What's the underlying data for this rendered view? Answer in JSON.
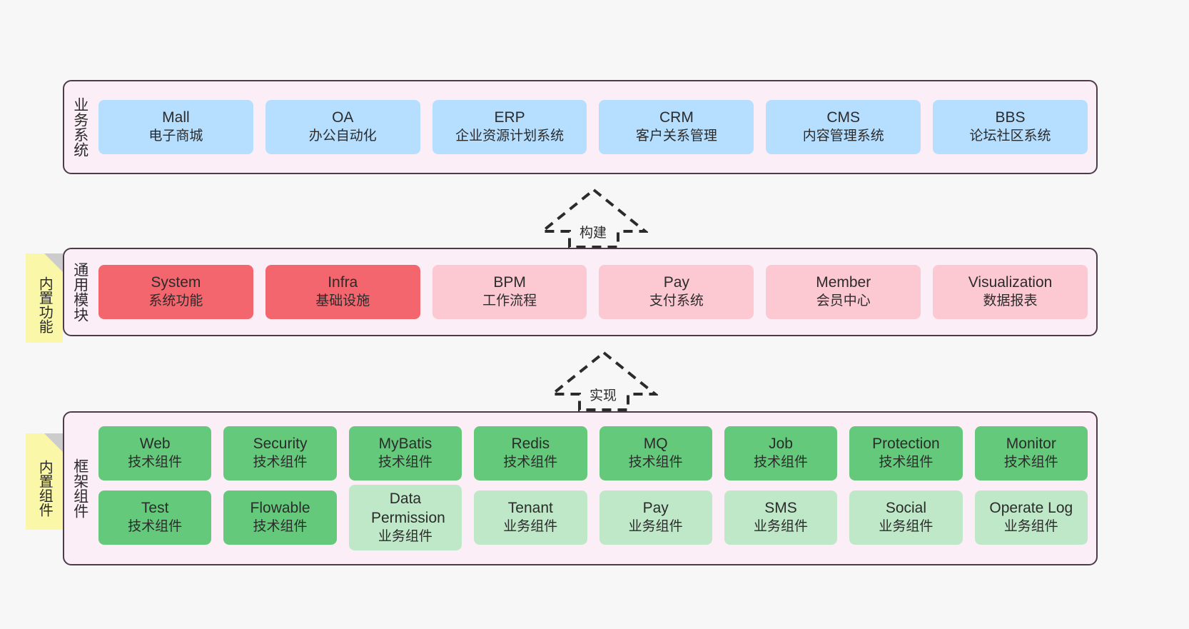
{
  "diagram": {
    "background_color": "#f7f7f7",
    "panel_color": "#fbeef6",
    "panel_border_color": "#4d3b4a"
  },
  "business_section": {
    "title": "业务系统",
    "cards": [
      {
        "name": "Mall",
        "desc": "电子商城",
        "color": "#b5deff"
      },
      {
        "name": "OA",
        "desc": "办公自动化",
        "color": "#b5deff"
      },
      {
        "name": "ERP",
        "desc": "企业资源计划系统",
        "color": "#b5deff"
      },
      {
        "name": "CRM",
        "desc": "客户关系管理",
        "color": "#b5deff"
      },
      {
        "name": "CMS",
        "desc": "内容管理系统",
        "color": "#b5deff"
      },
      {
        "name": "BBS",
        "desc": "论坛社区系统",
        "color": "#b5deff"
      }
    ]
  },
  "arrow_build": {
    "label": "构建"
  },
  "module_note": {
    "label": "内置功能",
    "color": "#fbf7a8"
  },
  "module_section": {
    "title": "通用模块",
    "cards": [
      {
        "name": "System",
        "desc": "系统功能",
        "color": "#f4666e"
      },
      {
        "name": "Infra",
        "desc": "基础设施",
        "color": "#f4666e"
      },
      {
        "name": "BPM",
        "desc": "工作流程",
        "color": "#fcc9d3"
      },
      {
        "name": "Pay",
        "desc": "支付系统",
        "color": "#fcc9d3"
      },
      {
        "name": "Member",
        "desc": "会员中心",
        "color": "#fcc9d3"
      },
      {
        "name": "Visualization",
        "desc": "数据报表",
        "color": "#fcc9d3"
      }
    ]
  },
  "arrow_implement": {
    "label": "实现"
  },
  "framework_note": {
    "label": "内置组件",
    "color": "#fbf7a8"
  },
  "framework_section": {
    "title": "框架组件",
    "row1": [
      {
        "name": "Web",
        "desc": "技术组件",
        "color": "#65c97c"
      },
      {
        "name": "Security",
        "desc": "技术组件",
        "color": "#65c97c"
      },
      {
        "name": "MyBatis",
        "desc": "技术组件",
        "color": "#65c97c"
      },
      {
        "name": "Redis",
        "desc": "技术组件",
        "color": "#65c97c"
      },
      {
        "name": "MQ",
        "desc": "技术组件",
        "color": "#65c97c"
      },
      {
        "name": "Job",
        "desc": "技术组件",
        "color": "#65c97c"
      },
      {
        "name": "Protection",
        "desc": "技术组件",
        "color": "#65c97c"
      },
      {
        "name": "Monitor",
        "desc": "技术组件",
        "color": "#65c97c"
      }
    ],
    "row2": [
      {
        "name": "Test",
        "desc": "技术组件",
        "color": "#65c97c"
      },
      {
        "name": "Flowable",
        "desc": "技术组件",
        "color": "#65c97c"
      },
      {
        "name": "Data Permission",
        "desc": "业务组件",
        "color": "#bfe8c8"
      },
      {
        "name": "Tenant",
        "desc": "业务组件",
        "color": "#bfe8c8"
      },
      {
        "name": "Pay",
        "desc": "业务组件",
        "color": "#bfe8c8"
      },
      {
        "name": "SMS",
        "desc": "业务组件",
        "color": "#bfe8c8"
      },
      {
        "name": "Social",
        "desc": "业务组件",
        "color": "#bfe8c8"
      },
      {
        "name": "Operate Log",
        "desc": "业务组件",
        "color": "#bfe8c8"
      }
    ]
  }
}
